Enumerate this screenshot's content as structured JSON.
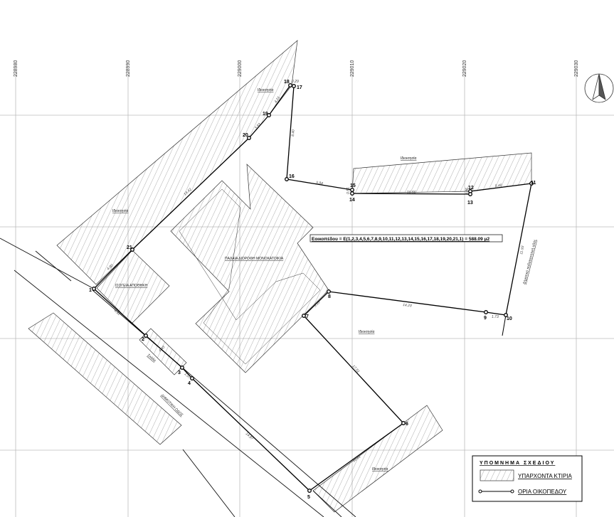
{
  "grid": {
    "x_labels": [
      "228980",
      "228990",
      "229000",
      "229010",
      "229020",
      "229030"
    ]
  },
  "area_formula": "Εοικοπέδου = Ε(1,2,3,4,5,6,7,8,9,10,11,12,13,14,15,16,17,18,19,20,21,1) = 588.09 μ2",
  "points": [
    {
      "id": "1"
    },
    {
      "id": "2"
    },
    {
      "id": "3"
    },
    {
      "id": "4"
    },
    {
      "id": "5"
    },
    {
      "id": "6"
    },
    {
      "id": "7"
    },
    {
      "id": "8"
    },
    {
      "id": "9"
    },
    {
      "id": "10"
    },
    {
      "id": "11"
    },
    {
      "id": "12"
    },
    {
      "id": "13"
    },
    {
      "id": "14"
    },
    {
      "id": "15"
    },
    {
      "id": "16"
    },
    {
      "id": "17"
    },
    {
      "id": "18"
    },
    {
      "id": "19"
    },
    {
      "id": "20"
    },
    {
      "id": "21"
    }
  ],
  "distances": {
    "d1_21": "4.80",
    "d21_20": "14.42",
    "d20_19": "3.93",
    "d19_18": "4.21",
    "d18_17": "0.29",
    "d17_16": "8.40",
    "d16_15": "5.94",
    "d15_14": "0.51",
    "d14_13": "16.56",
    "d13_12": "0.46",
    "d12_11": "5.40",
    "d11_10": "11.93",
    "d10_9": "1.73",
    "d9_8": "14.23",
    "d8_7": "3.13",
    "d7_6": "17.51",
    "d6_5": "10.01",
    "d5_4": "14.87",
    "d4_3": "1.07",
    "d3_2": "4.43",
    "d2_1": "4.31"
  },
  "labels": {
    "property": "Ιδιοκτησία",
    "storage": "ΙΣΟΓΕΙΑ ΑΠΟΘΗΚΗ",
    "old_house": "ΠΑΛΑΙΑ ΔΙΟΡΟΦΗ ΜΟΝΟΚΑΤΟΙΚΙΑ",
    "road": "ΔΗΜΟΤΙΚΗ ΟΔΟΣ",
    "footpath": "Δημοτική ποδοπατητική οδός",
    "sidewalk": "Σκάλα"
  },
  "legend": {
    "title": "ΥΠΟΜΝΗΜΑ ΣΧΕΔΙΟΥ",
    "existing_buildings": "ΥΠΑΡΧΟΝΤΑ ΚΤΙΡΙΑ",
    "plot_boundary": "ΟΡΙΑ ΟΙΚΟΠΕΔΟΥ"
  }
}
